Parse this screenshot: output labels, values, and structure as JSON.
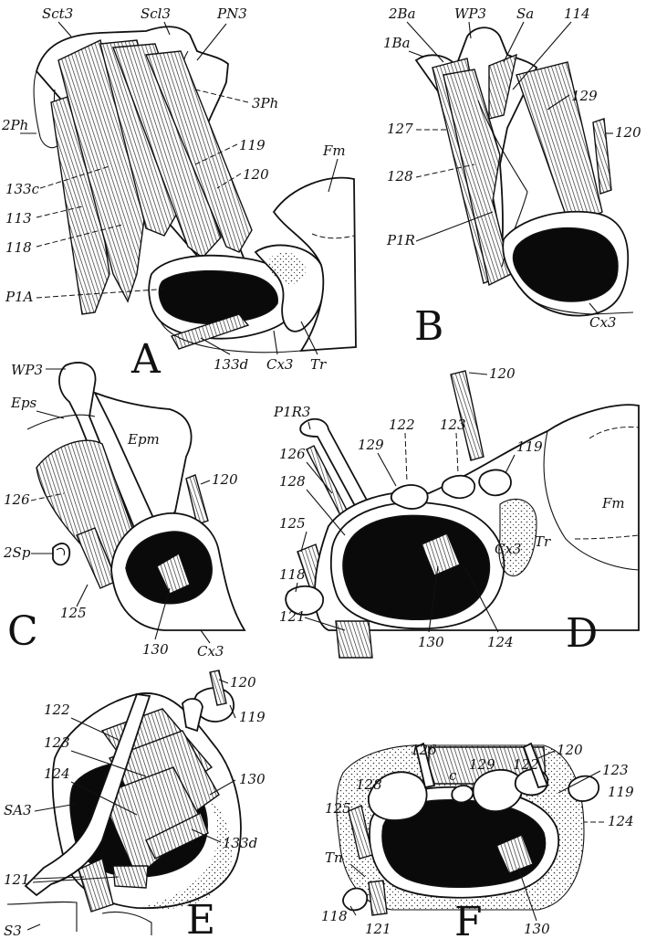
{
  "panels": [
    {
      "letter": "A",
      "labels": [
        "Sct3",
        "Scl3",
        "PN3",
        "3Ph",
        "2Ph",
        "119",
        "120",
        "133c",
        "113",
        "118",
        "Fm",
        "P1A",
        "133d",
        "Cx3",
        "Tr"
      ]
    },
    {
      "letter": "B",
      "labels": [
        "2Ba",
        "WP3",
        "Sa",
        "114",
        "1Ba",
        "129",
        "127",
        "120",
        "128",
        "P1R",
        "Cx3"
      ]
    },
    {
      "letter": "C",
      "labels": [
        "WP3",
        "Eps",
        "Epm",
        "120",
        "126",
        "2Sp",
        "125",
        "130",
        "Cx3"
      ]
    },
    {
      "letter": "D",
      "labels": [
        "120",
        "P1R3",
        "122",
        "123",
        "129",
        "119",
        "126",
        "128",
        "Fm",
        "125",
        "Tr",
        "118",
        "Cx3",
        "121",
        "130",
        "124"
      ]
    },
    {
      "letter": "E",
      "labels": [
        "120",
        "122",
        "119",
        "123",
        "124",
        "130",
        "SA3",
        "133d",
        "121",
        "S3"
      ]
    },
    {
      "letter": "F",
      "labels": [
        "126",
        "120",
        "129",
        "122",
        "123",
        "128",
        "c",
        "125",
        "119",
        "124",
        "Tn",
        "118",
        "121",
        "130"
      ]
    }
  ]
}
